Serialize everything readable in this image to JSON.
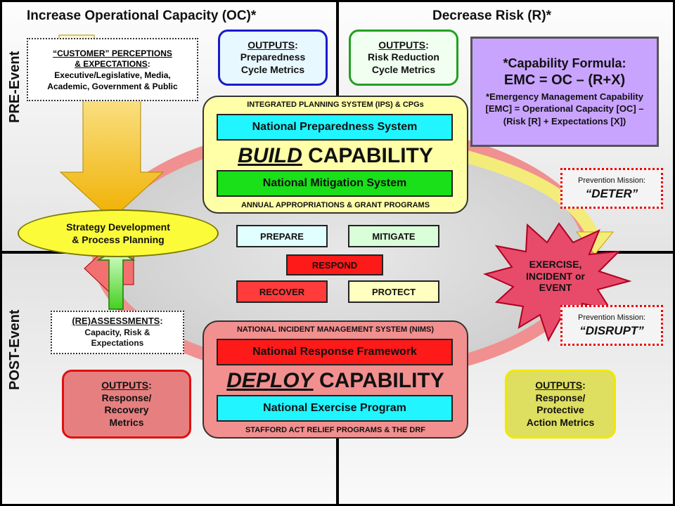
{
  "headers": {
    "left": "Increase Operational Capacity (OC)*",
    "right": "Decrease Risk (R)*",
    "pre_event": "PRE-Event",
    "post_event": "POST-Event"
  },
  "customer": {
    "line1": "“CUSTOMER” PERCEPTIONS",
    "line2": "& EXPECTATIONS",
    "line2_suffix": ":",
    "line3": "Executive/Legislative, Media,",
    "line4": "Academic, Government & Public"
  },
  "outputs_prep": {
    "title": "OUTPUTS",
    "suffix": ":",
    "line1": "Preparedness",
    "line2": "Cycle Metrics"
  },
  "outputs_risk": {
    "title": "OUTPUTS",
    "suffix": ":",
    "line1": "Risk Reduction",
    "line2": "Cycle Metrics"
  },
  "formula": {
    "title": "*Capability Formula:",
    "equation": "EMC = OC – (R+X)",
    "desc": "*Emergency Management Capability [EMC] = Operational Capacity [OC] – (Risk [R] + Expectations [X])"
  },
  "build": {
    "top_caption": "INTEGRATED PLANNING SYSTEM (IPS) & CPGs",
    "system1": "National Preparedness System",
    "title_em": "BUILD",
    "title_rest": " CAPABILITY",
    "system2": "National Mitigation System",
    "bottom_caption": "ANNUAL APPROPRIATIONS & GRANT PROGRAMS"
  },
  "prevention_deter": {
    "label": "Prevention Mission:",
    "value": "“DETER”"
  },
  "prevention_disrupt": {
    "label": "Prevention Mission:",
    "value": "“DISRUPT”"
  },
  "strategy": {
    "line1": "Strategy Development",
    "line2": "& Process Planning"
  },
  "phases": {
    "prepare": "PREPARE",
    "mitigate": "MITIGATE",
    "respond": "RESPOND",
    "recover": "RECOVER",
    "protect": "PROTECT"
  },
  "event": {
    "line1": "EXERCISE,",
    "line2": "INCIDENT or",
    "line3": "EVENT"
  },
  "reassess": {
    "title": "(RE)ASSESSMENTS",
    "suffix": ":",
    "line1": "Capacity, Risk &",
    "line2": "Expectations"
  },
  "deploy": {
    "top_caption": "NATIONAL INCIDENT MANAGEMENT SYSTEM (NIMS)",
    "system1": "National Response Framework",
    "title_em": "DEPLOY",
    "title_rest": " CAPABILITY",
    "system2": "National Exercise Program",
    "bottom_caption": "STAFFORD ACT RELIEF PROGRAMS & THE DRF"
  },
  "outputs_recovery": {
    "title": "OUTPUTS",
    "suffix": ":",
    "line1": "Response/",
    "line2": "Recovery",
    "line3": "Metrics"
  },
  "outputs_protective": {
    "title": "OUTPUTS",
    "suffix": ":",
    "line1": "Response/",
    "line2": "Protective",
    "line3": "Action Metrics"
  },
  "colors": {
    "blue_border": "#1a1ad0",
    "green_border": "#22a020",
    "purple_fill": "#c9a4ff",
    "build_fill": "#ffffa8",
    "deploy_fill": "#f28f8f",
    "cyan": "#21f5ff",
    "green": "#19e019",
    "red": "#ff1a1a",
    "yellow_fill": "#dede60",
    "burst": "#e84a6a"
  }
}
